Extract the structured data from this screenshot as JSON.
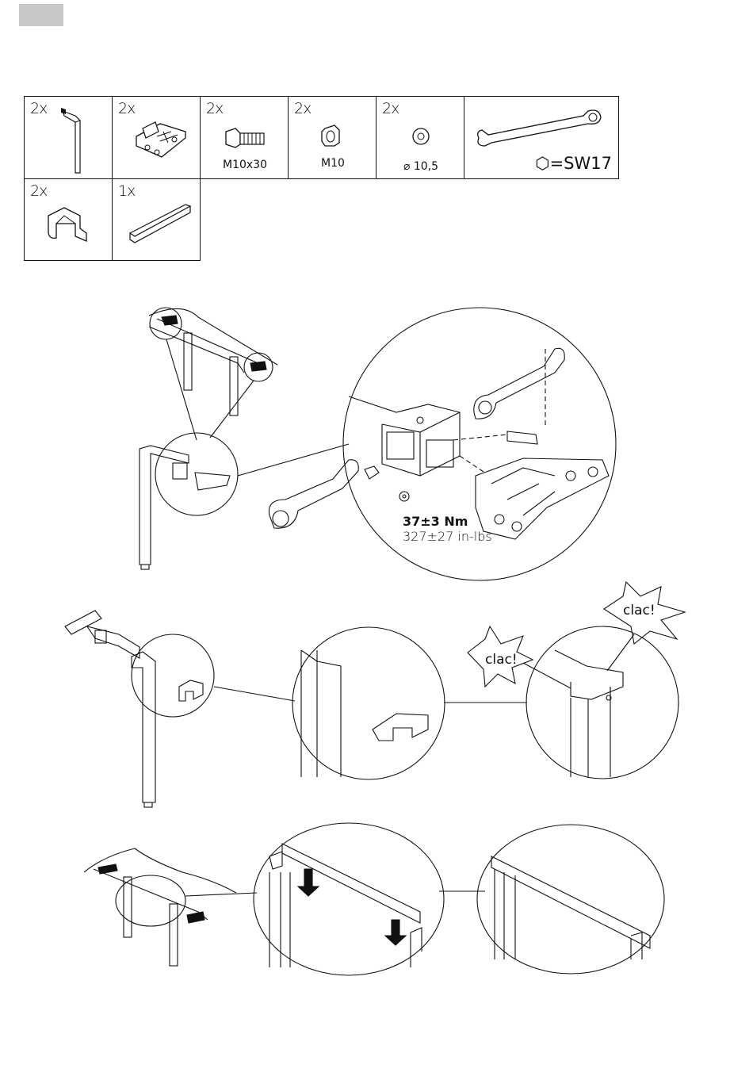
{
  "parts": [
    {
      "qty": "2x",
      "name": "leg",
      "icon": "leg-icon"
    },
    {
      "qty": "2x",
      "name": "foot bracket",
      "icon": "bracket-icon"
    },
    {
      "qty": "2x",
      "name": "bolt",
      "icon": "bolt-icon",
      "caption": "M10x30"
    },
    {
      "qty": "2x",
      "name": "nut",
      "icon": "nut-icon",
      "caption": "M10"
    },
    {
      "qty": "2x",
      "name": "washer",
      "icon": "washer-icon",
      "caption": "⌀ 10,5"
    },
    {
      "tool": "=SW17",
      "icon": "wrench-icon"
    },
    {
      "qty": "2x",
      "name": "clip",
      "icon": "clip-icon"
    },
    {
      "qty": "1x",
      "name": "crossbar",
      "icon": "crossbar-icon"
    }
  ],
  "torque": {
    "nm": "37±3 Nm",
    "inlbs": "327±27 in-lbs"
  },
  "sounds": {
    "clac1": "clac!",
    "clac2": "clac!"
  },
  "colors": {
    "line": "#111111",
    "tab": "#c8c8c8"
  }
}
